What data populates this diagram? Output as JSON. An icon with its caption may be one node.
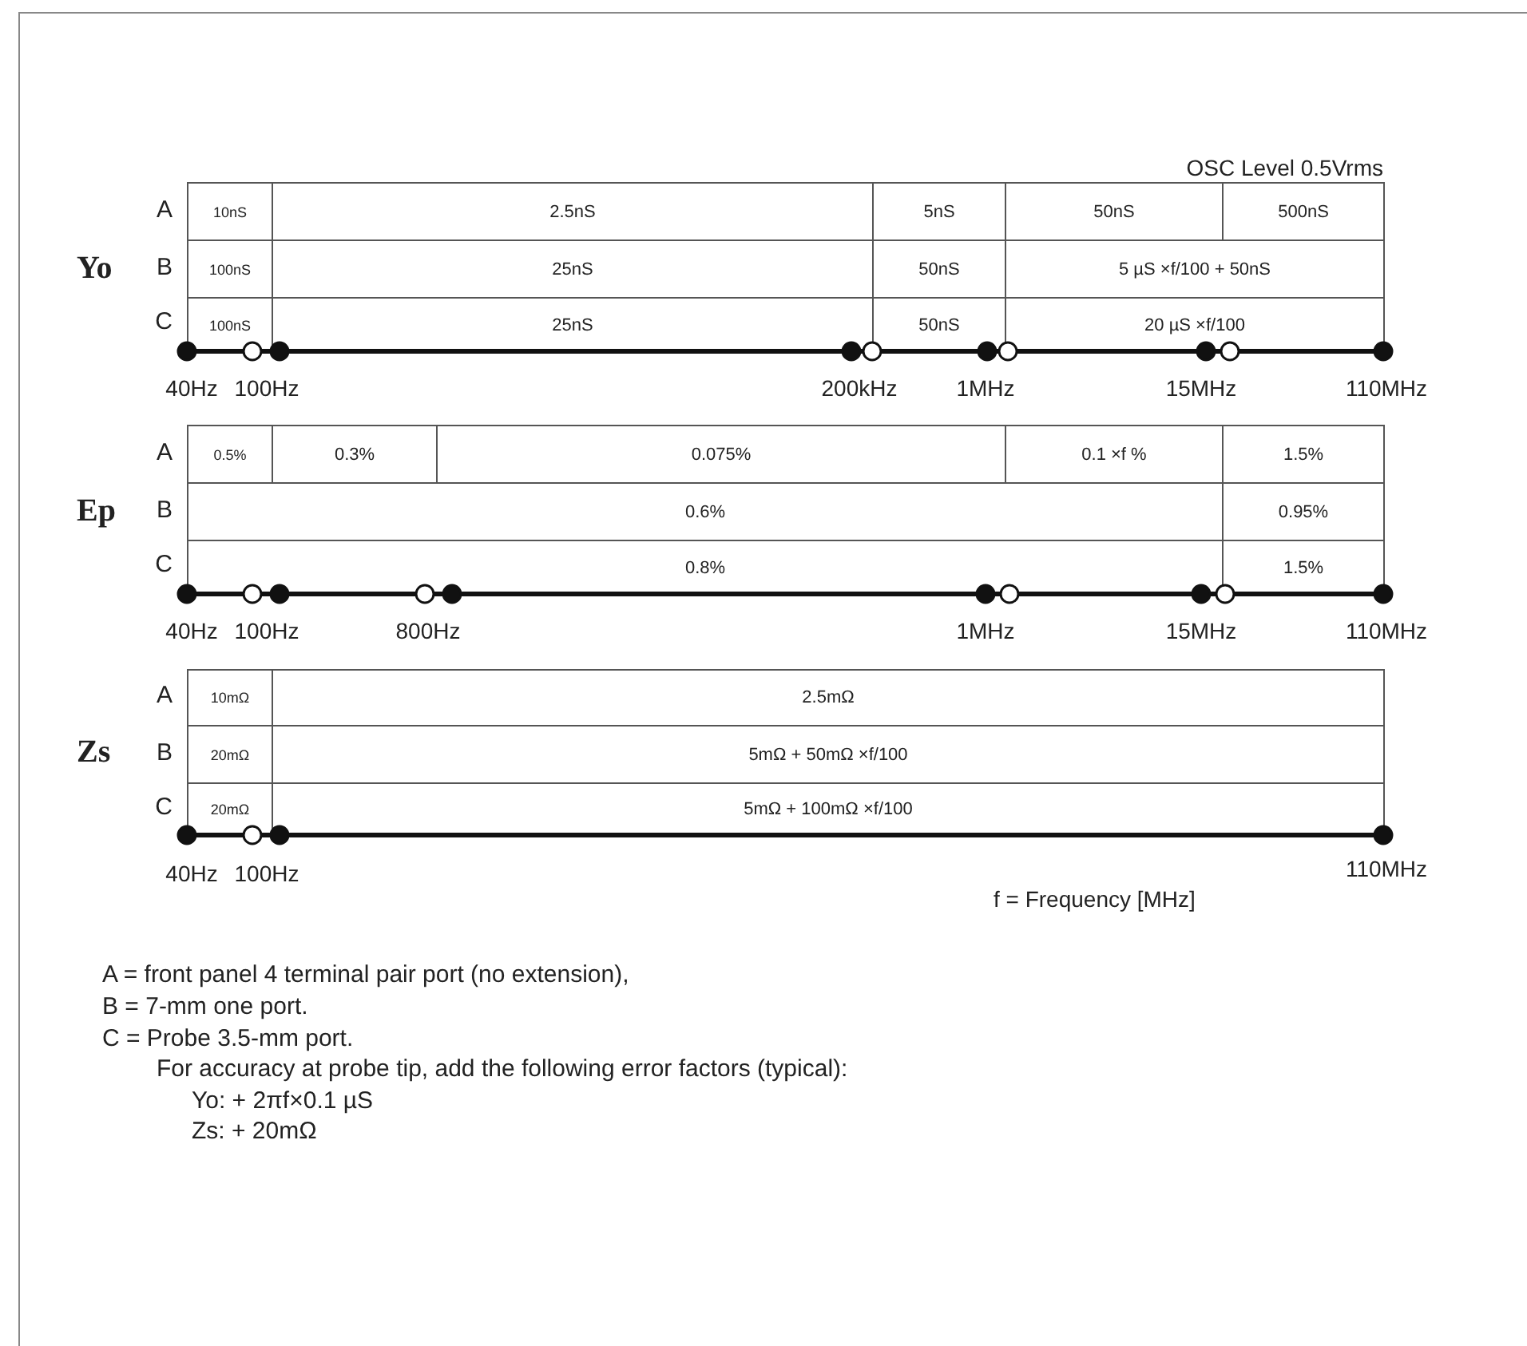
{
  "diagram": {
    "labels": [
      "OSC Level 0.5Vrms",
      "A",
      "10nS",
      "2.5nS",
      "5nS",
      "50nS",
      "500nS",
      "Yo",
      "B",
      "100nS",
      "25nS",
      "50nS",
      "5 µS ×f/100 + 50nS",
      "C",
      "100nS",
      "25nS",
      "50nS",
      "20 µS ×f/100",
      "40Hz",
      "100Hz",
      "200kHz",
      "1MHz",
      "15MHz",
      "110MHz",
      "A",
      "0.5%",
      "0.3%",
      "0.075%",
      "0.1 ×f %",
      "1.5%",
      "Ep",
      "B",
      "0.6%",
      "0.95%",
      "C",
      "0.8%",
      "1.5%",
      "40Hz",
      "100Hz",
      "800Hz",
      "1MHz",
      "15MHz",
      "110MHz",
      "A",
      "10mΩ",
      "2.5mΩ",
      "Zs",
      "B",
      "20mΩ",
      "5mΩ + 50mΩ ×f/100",
      "C",
      "20mΩ",
      "5mΩ + 100mΩ ×f/100",
      "40Hz",
      "100Hz",
      "110MHz",
      "f = Frequency [MHz]",
      "A = front panel 4 terminal pair port (no extension),",
      "B = 7-mm one port.",
      "C = Probe 3.5-mm port.",
      "For accuracy at probe tip, add the following error factors (typical):",
      "Yo: + 2πf×0.1 µS",
      "Zs: + 20mΩ"
    ]
  }
}
